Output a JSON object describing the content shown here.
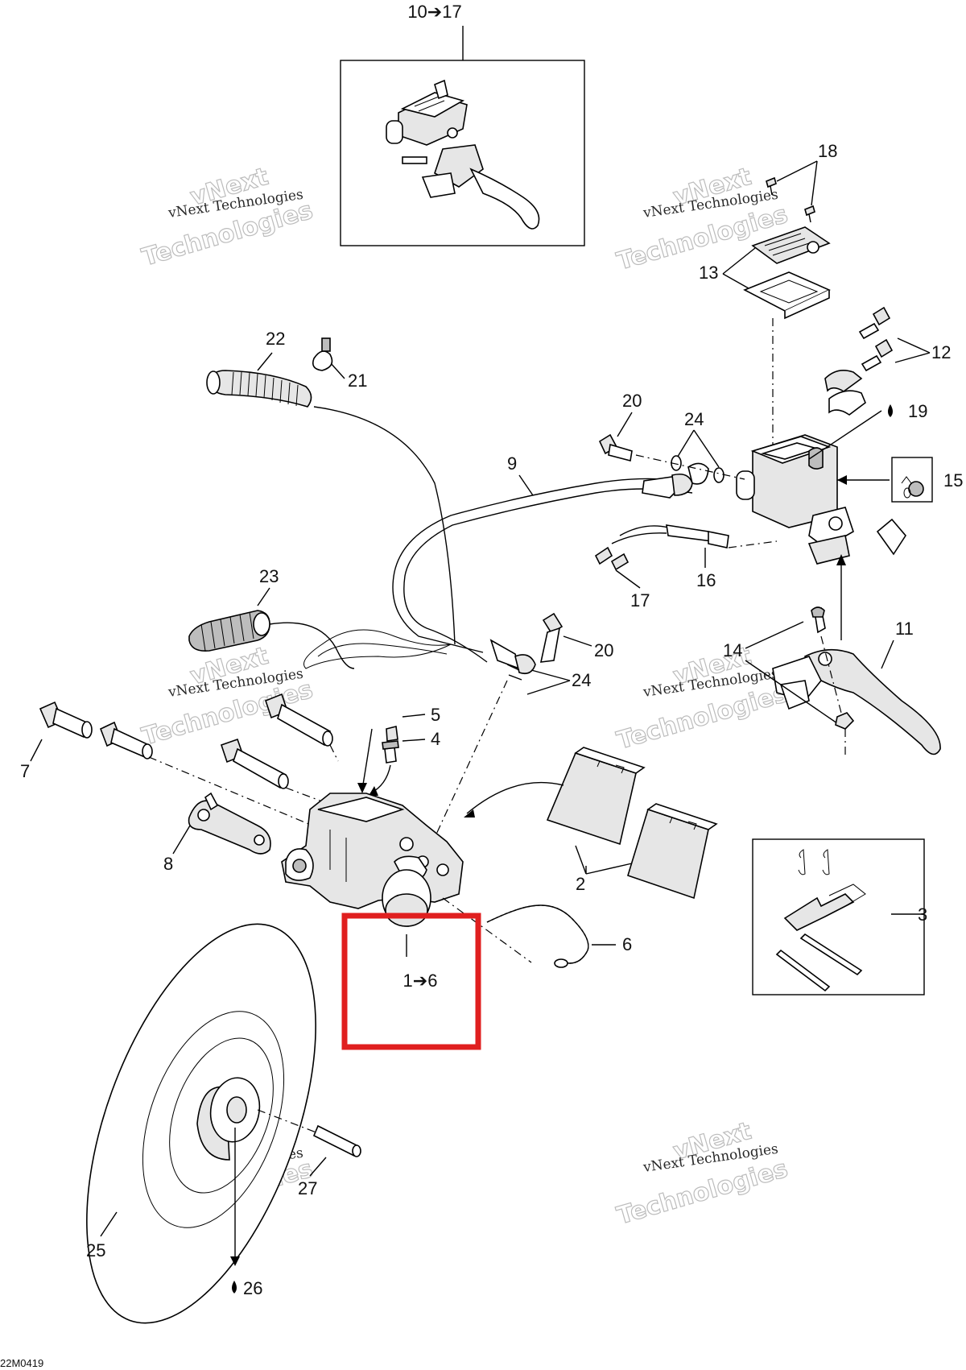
{
  "diagram": {
    "callouts": {
      "c10_17": "10➔17",
      "c18": "18",
      "c13": "13",
      "c12": "12",
      "c19": "19",
      "c15": "15",
      "c22": "22",
      "c21": "21",
      "c20a": "20",
      "c24a": "24",
      "c9": "9",
      "c16": "16",
      "c17": "17",
      "c23": "23",
      "c20b": "20",
      "c24b": "24",
      "c11": "11",
      "c14": "14",
      "c5": "5",
      "c4": "4",
      "c7": "7",
      "c8": "8",
      "c2": "2",
      "c3": "3",
      "c6": "6",
      "c1_6": "1➔6",
      "c25": "25",
      "c26": "26",
      "c27": "27"
    },
    "watermark": {
      "line1": "vNext Technologies",
      "line2": "Technologies",
      "vnext": "vNext"
    },
    "figure_code": "22M0419"
  },
  "colors": {
    "highlight": "#e01f1f",
    "ink": "#000000"
  },
  "icons": {
    "oil_drop": "oil-drop-icon",
    "reservoir_label": "fill-level-decal-icon"
  }
}
